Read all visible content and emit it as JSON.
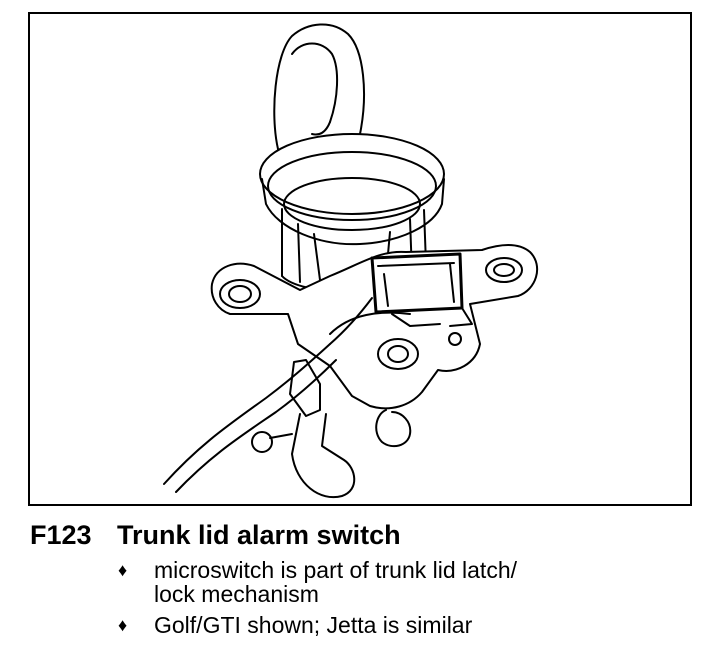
{
  "caption": {
    "code": "F123",
    "title": "Trunk lid alarm switch"
  },
  "notes": [
    {
      "bullet": "♦",
      "lines": [
        "microswitch is part of trunk lid latch/",
        "lock mechanism"
      ]
    },
    {
      "bullet": "♦",
      "lines": [
        "Golf/GTI shown;  Jetta is similar"
      ]
    }
  ]
}
